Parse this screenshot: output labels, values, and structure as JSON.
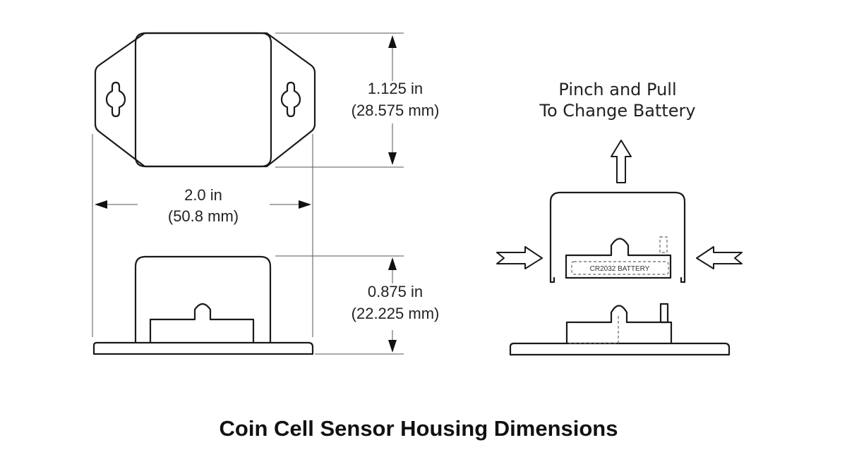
{
  "dimensions": {
    "height": {
      "imperial": "1.125 in",
      "metric": "(28.575 mm)"
    },
    "width": {
      "imperial": "2.0 in",
      "metric": "(50.8 mm)"
    },
    "depth": {
      "imperial": "0.875 in",
      "metric": "(22.225 mm)"
    }
  },
  "instructions": {
    "line1": "Pinch and Pull",
    "line2": "To Change Battery"
  },
  "battery_label": "CR2032 BATTERY",
  "caption": "Coin Cell Sensor Housing Dimensions",
  "colors": {
    "ink": "#1a1a1a",
    "background": "#ffffff"
  }
}
